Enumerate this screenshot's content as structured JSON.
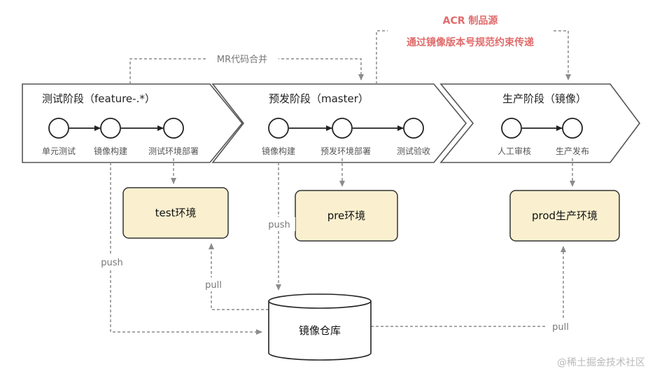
{
  "stages": [
    {
      "title": "测试阶段（feature-.*）",
      "steps": [
        "单元测试",
        "镜像构建",
        "测试环境部署"
      ]
    },
    {
      "title": "预发阶段（master）",
      "steps": [
        "镜像构建",
        "预发环境部署",
        "测试验收"
      ]
    },
    {
      "title": "生产阶段（镜像）",
      "steps": [
        "人工审核",
        "生产发布"
      ]
    }
  ],
  "environments": {
    "test": "test环境",
    "pre": "pre环境",
    "prod": "prod生产环境"
  },
  "repository": "镜像仓库",
  "flows": {
    "mr_merge": "MR代码合并",
    "acr_line1": "ACR 制品源",
    "acr_line2": "通过镜像版本号规范约束传递",
    "push_left": "push",
    "push_mid": "push",
    "pull_left": "pull",
    "pull_right": "pull"
  },
  "watermark": "@稀土掘金技术社区",
  "colors": {
    "acr_text": "#e06b6b",
    "env_fill": "#faf0cf",
    "dash_line": "#8c8c8c"
  }
}
